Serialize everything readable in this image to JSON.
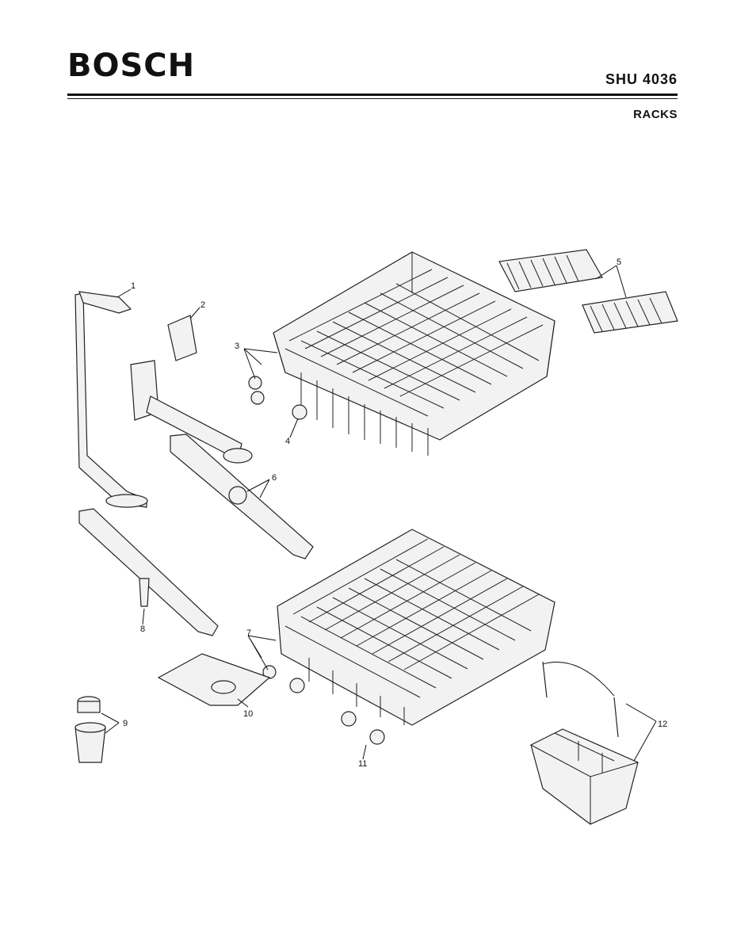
{
  "header": {
    "brand": "BOSCH",
    "model": "SHU 4036",
    "section": "RACKS"
  },
  "callouts": {
    "c1": "1",
    "c2": "2",
    "c3": "3",
    "c4": "4",
    "c5": "5",
    "c6": "6",
    "c7": "7",
    "c8": "8",
    "c9": "9",
    "c10": "10",
    "c11": "11",
    "c12": "12"
  }
}
